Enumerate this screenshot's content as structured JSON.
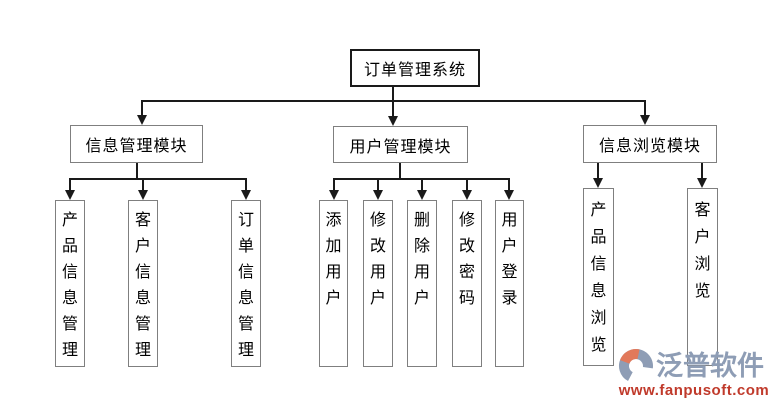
{
  "title": "订单管理系统",
  "modules": [
    {
      "label": "信息管理模块",
      "children": [
        "产品信息管理",
        "客户信息管理",
        "订单信息管理"
      ]
    },
    {
      "label": "用户管理模块",
      "children": [
        "添加用户",
        "修改用户",
        "删除用户",
        "修改密码",
        "用户登录"
      ]
    },
    {
      "label": "信息浏览模块",
      "children": [
        "产品信息浏览",
        "客户浏览"
      ]
    }
  ],
  "watermark": {
    "brand": "泛普软件",
    "url": "www.fanpusoft.com"
  },
  "colors": {
    "line": "#1a1a1a",
    "border": "#7f7f7f",
    "brand-gray": "#8E9DB5",
    "brand-orange": "#E2795B",
    "brand-red": "#C03A2B"
  }
}
